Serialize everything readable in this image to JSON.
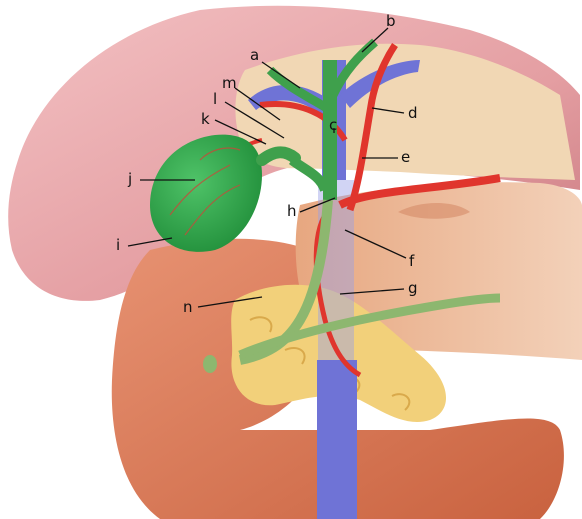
{
  "labels": {
    "a": "a",
    "b": "b",
    "c": "c",
    "d": "d",
    "e": "e",
    "f": "f",
    "g": "g",
    "h": "h",
    "i": "i",
    "j": "j",
    "k": "k",
    "l": "l",
    "m": "m",
    "n": "n"
  },
  "colors": {
    "liver": "#e9a4a6",
    "liver_dark": "#c46a70",
    "liver_underside": "#f1d7b4",
    "gallbladder": "#2fa84a",
    "bile_duct": "#3fa04c",
    "portal_vein": "#6f73d6",
    "artery": "#e0352d",
    "stomach": "#e4a07a",
    "duodenum": "#d7764f",
    "pancreas": "#f2d07a",
    "pancreatic_duct": "#8db76f"
  }
}
